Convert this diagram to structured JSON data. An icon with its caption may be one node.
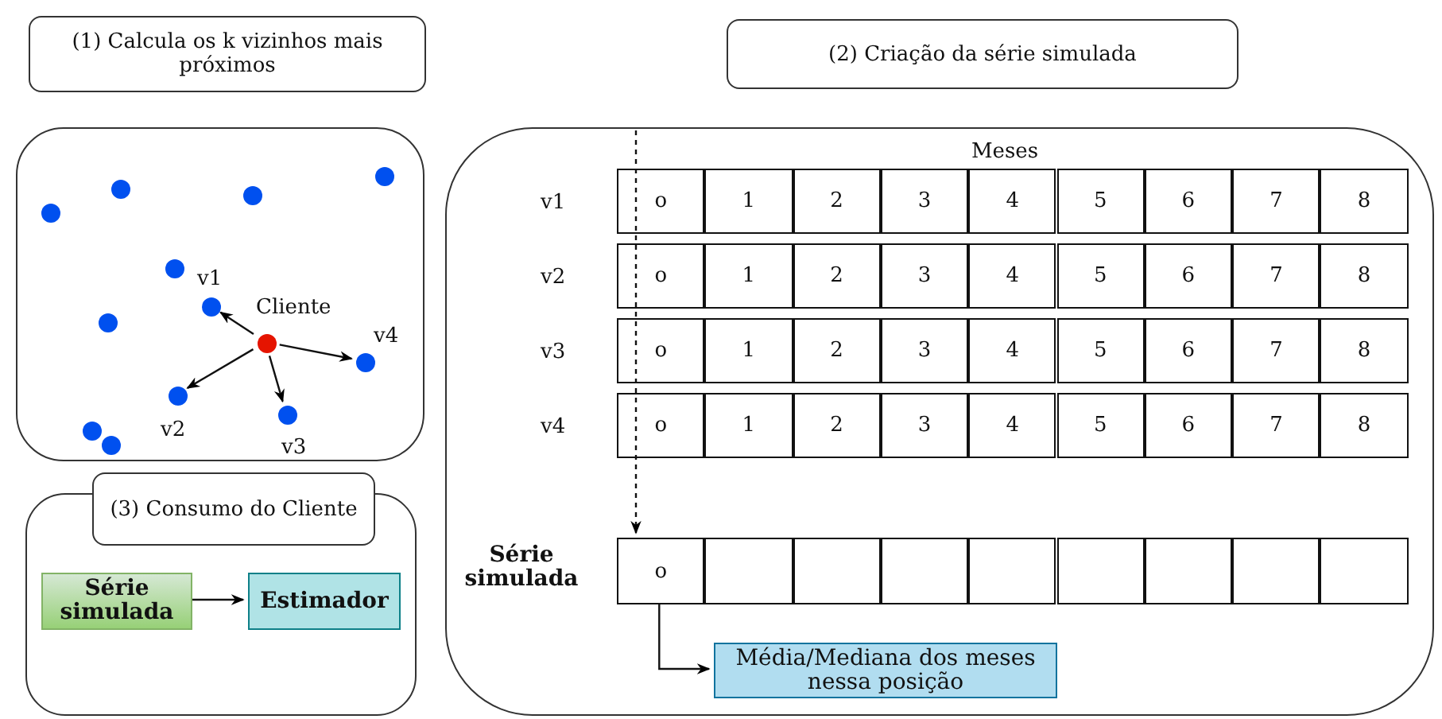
{
  "diagram": {
    "nodes": [
      {
        "text": [
          "(1) Calcula os k vizinhos mais próximos"
        ]
      },
      {
        "text": [
          "(2) Criação da série simulada"
        ]
      },
      {
        "text": [],
        "shape": "box"
      },
      {
        "text": [],
        "shape": "circle",
        "in": 2
      },
      {
        "text": [],
        "shape": "circle",
        "in": 2
      },
      {
        "text": [],
        "shape": "circle",
        "in": 2
      },
      {
        "text": [],
        "shape": "circle",
        "in": 2
      },
      {
        "text": [],
        "shape": "circle",
        "in": 2
      },
      {
        "text": [],
        "shape": "circle",
        "in": 2,
        "beside": [
          "v1"
        ]
      },
      {
        "text": [],
        "shape": "circle",
        "in": 2
      },
      {
        "text": [],
        "shape": "circle",
        "in": 2,
        "beside": [
          "Cliente"
        ]
      },
      {
        "text": [],
        "shape": "circle",
        "in": 2,
        "beside": [
          "v4"
        ]
      },
      {
        "text": [],
        "shape": "circle",
        "in": 2,
        "beside": [
          "v2"
        ]
      },
      {
        "text": [],
        "shape": "circle",
        "in": 2,
        "beside": [
          "v3"
        ]
      },
      {
        "text": [],
        "shape": "circle",
        "in": 2
      },
      {
        "text": [],
        "shape": "circle",
        "in": 2
      },
      {
        "text": [],
        "shape": "box"
      },
      {
        "text": [
          "o"
        ],
        "in": 16
      },
      {
        "text": [
          "1"
        ],
        "in": 16
      },
      {
        "text": [
          "2"
        ],
        "in": 16
      },
      {
        "text": [
          "3"
        ],
        "in": 16
      },
      {
        "text": [
          "4"
        ],
        "in": 16
      },
      {
        "text": [
          "5"
        ],
        "in": 16
      },
      {
        "text": [
          "6"
        ],
        "in": 16
      },
      {
        "text": [
          "7"
        ],
        "in": 16
      },
      {
        "text": [
          "8"
        ],
        "in": 16
      },
      {
        "text": [
          "o"
        ],
        "in": 16
      },
      {
        "text": [
          "1"
        ],
        "in": 16
      },
      {
        "text": [
          "2"
        ],
        "in": 16
      },
      {
        "text": [
          "3"
        ],
        "in": 16
      },
      {
        "text": [
          "4"
        ],
        "in": 16
      },
      {
        "text": [
          "5"
        ],
        "in": 16
      },
      {
        "text": [
          "6"
        ],
        "in": 16
      },
      {
        "text": [
          "7"
        ],
        "in": 16
      },
      {
        "text": [
          "8"
        ],
        "in": 16
      },
      {
        "text": [
          "o"
        ],
        "in": 16
      },
      {
        "text": [
          "1"
        ],
        "in": 16
      },
      {
        "text": [
          "2"
        ],
        "in": 16
      },
      {
        "text": [
          "3"
        ],
        "in": 16
      },
      {
        "text": [
          "4"
        ],
        "in": 16
      },
      {
        "text": [
          "5"
        ],
        "in": 16
      },
      {
        "text": [
          "6"
        ],
        "in": 16
      },
      {
        "text": [
          "7"
        ],
        "in": 16
      },
      {
        "text": [
          "8"
        ],
        "in": 16
      },
      {
        "text": [
          "o"
        ],
        "in": 16
      },
      {
        "text": [
          "1"
        ],
        "in": 16
      },
      {
        "text": [
          "2"
        ],
        "in": 16
      },
      {
        "text": [
          "3"
        ],
        "in": 16
      },
      {
        "text": [
          "4"
        ],
        "in": 16
      },
      {
        "text": [
          "5"
        ],
        "in": 16
      },
      {
        "text": [
          "6"
        ],
        "in": 16
      },
      {
        "text": [
          "7"
        ],
        "in": 16
      },
      {
        "text": [
          "8"
        ],
        "in": 16
      },
      {
        "text": [
          "o"
        ],
        "in": 16
      },
      {
        "text": [],
        "shape": "box",
        "in": 16
      },
      {
        "text": [],
        "shape": "box",
        "in": 16
      },
      {
        "text": [],
        "shape": "box",
        "in": 16
      },
      {
        "text": [],
        "shape": "box",
        "in": 16
      },
      {
        "text": [],
        "shape": "box",
        "in": 16
      },
      {
        "text": [],
        "shape": "box",
        "in": 16
      },
      {
        "text": [],
        "shape": "box",
        "in": 16
      },
      {
        "text": [],
        "shape": "box",
        "in": 16
      },
      {
        "text": [
          "Média/Mediana dos meses nessa posição"
        ],
        "in": 16
      },
      {
        "text": [],
        "shape": "box"
      },
      {
        "text": [
          "(3) Consumo do Cliente"
        ]
      },
      {
        "text": [
          "Série simulada"
        ],
        "in": 63
      },
      {
        "text": [
          "Estimador"
        ],
        "in": 63
      }
    ],
    "edges": [
      {
        "from": 10,
        "to": 8,
        "arrow": "to"
      },
      {
        "from": 10,
        "to": 11,
        "arrow": "to"
      },
      {
        "from": 10,
        "to": 12,
        "arrow": "to"
      },
      {
        "from": 10,
        "to": 13,
        "arrow": "to"
      },
      {
        "from": null,
        "to": 53,
        "arrow": "to",
        "style": "dashed"
      },
      {
        "from": 53,
        "to": 62,
        "arrow": "to"
      },
      {
        "from": 65,
        "to": 66,
        "arrow": "to"
      }
    ],
    "labels": [
      "Meses",
      "v1",
      "v2",
      "v3",
      "v4",
      "Série simulada"
    ]
  }
}
